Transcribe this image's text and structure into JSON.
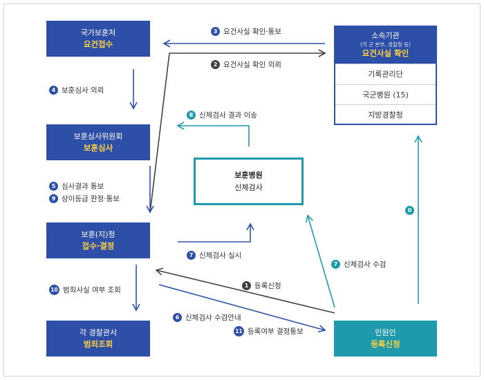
{
  "nodes": {
    "mpva": {
      "title": "국가보훈처",
      "sub": "요건접수"
    },
    "committee": {
      "title": "보훈심사위원회",
      "sub": "보훈심사"
    },
    "office": {
      "title": "보훈(지)청",
      "sub": "접수·결정"
    },
    "police": {
      "title": "각 경찰관서",
      "sub": "범죄조회"
    },
    "agency": {
      "title": "소속기관",
      "note": "(각 군 본부, 경찰청 등)",
      "sub": "요건사실 확인",
      "rows": [
        "기록관리단",
        "국군병원 (15)",
        "지방경찰청"
      ]
    },
    "hospital": {
      "title": "보훈병원",
      "sub": "신체검사"
    },
    "applicant": {
      "title": "민원인",
      "sub": "등록신청"
    }
  },
  "steps": [
    {
      "num": "3",
      "text": "요건사실 확인·통보"
    },
    {
      "num": "2",
      "text": "요건사실 확인 의뢰"
    },
    {
      "num": "4",
      "text": "보훈심사 의뢰"
    },
    {
      "num": "8",
      "text": "신체검사 결과 이송"
    },
    {
      "num": "5",
      "text": "심사결과 통보"
    },
    {
      "num": "9",
      "text": "상이등급 판정·통보"
    },
    {
      "num": "0",
      "text": ""
    },
    {
      "num": "7",
      "text": "신체검사 실시"
    },
    {
      "num": "7",
      "text": "신체검사 수검"
    },
    {
      "num": "1",
      "text": "등록신청"
    },
    {
      "num": "10",
      "text": "범죄사실 여부 조회"
    },
    {
      "num": "6",
      "text": "신체검사 수검안내"
    },
    {
      "num": "11",
      "text": "등록여부 결정통보"
    }
  ],
  "colors": {
    "blue": "#2e4fa8",
    "teal": "#1f9aac",
    "dark": "#3d4047",
    "highlight": "#ffd23f"
  }
}
